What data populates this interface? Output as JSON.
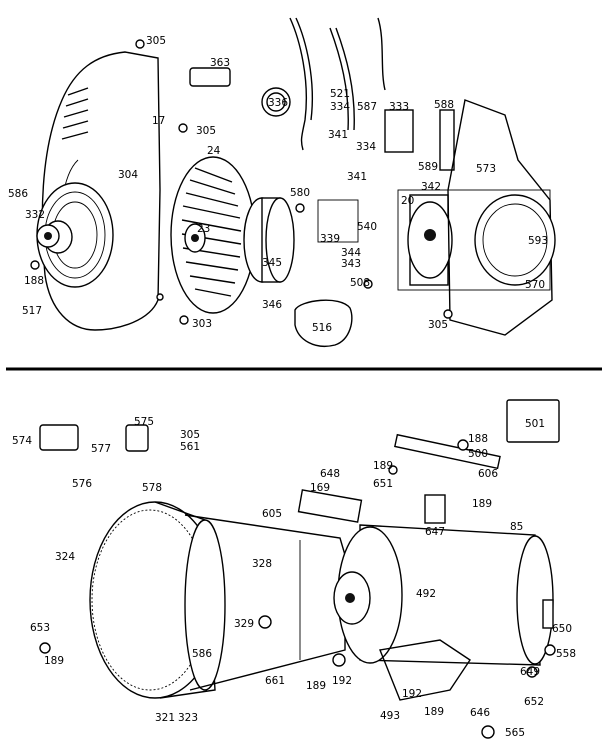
{
  "diagram": {
    "top_labels": [
      "305",
      "363",
      "336",
      "521",
      "334",
      "587",
      "333",
      "588",
      "341",
      "334",
      "305",
      "17",
      "24",
      "304",
      "586",
      "332",
      "23",
      "188",
      "517",
      "580",
      "341",
      "339",
      "540",
      "20",
      "589",
      "342",
      "573",
      "593",
      "344",
      "343",
      "508",
      "570",
      "305",
      "345",
      "346",
      "303",
      "516"
    ],
    "bottom_labels": [
      "574",
      "577",
      "576",
      "575",
      "305",
      "561",
      "578",
      "501",
      "188",
      "500",
      "606",
      "189",
      "651",
      "648",
      "169",
      "605",
      "189",
      "647",
      "85",
      "324",
      "328",
      "492",
      "329",
      "650",
      "653",
      "189",
      "586",
      "558",
      "649",
      "661",
      "189",
      "192",
      "192",
      "652",
      "321",
      "323",
      "493",
      "189",
      "646",
      "565"
    ]
  }
}
